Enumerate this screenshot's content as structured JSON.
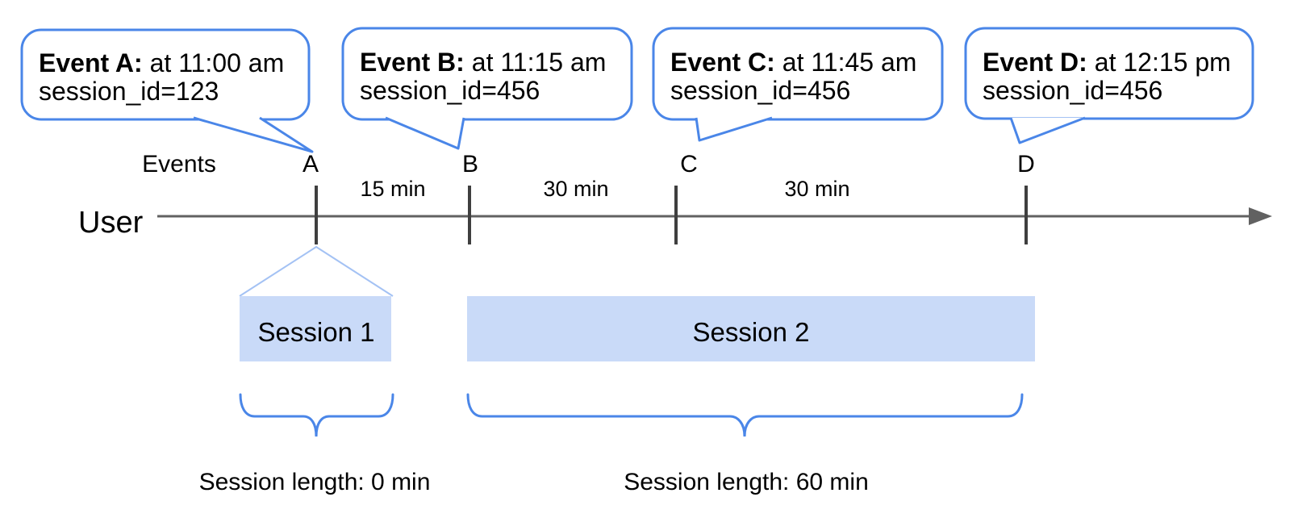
{
  "callouts": [
    {
      "title": "Event A:",
      "time": "at 11:00 am",
      "detail": "session_id=123"
    },
    {
      "title": "Event B:",
      "time": "at 11:15 am",
      "detail": "session_id=456"
    },
    {
      "title": "Event C:",
      "time": "at 11:45 am",
      "detail": "session_id=456"
    },
    {
      "title": "Event D:",
      "time": "at 12:15 pm",
      "detail": "session_id=456"
    }
  ],
  "timeline": {
    "row_label": "User",
    "events_label": "Events",
    "event_marks": [
      "A",
      "B",
      "C",
      "D"
    ],
    "intervals": [
      "15 min",
      "30 min",
      "30 min"
    ]
  },
  "sessions": [
    {
      "label": "Session 1",
      "length": "Session length: 0 min"
    },
    {
      "label": "Session 2",
      "length": "Session length: 60 min"
    }
  ],
  "colors": {
    "accent_blue": "#4a86e8",
    "light_blue": "#a4c2f4",
    "session_fill": "#c9daf8",
    "axis_gray": "#616161"
  }
}
